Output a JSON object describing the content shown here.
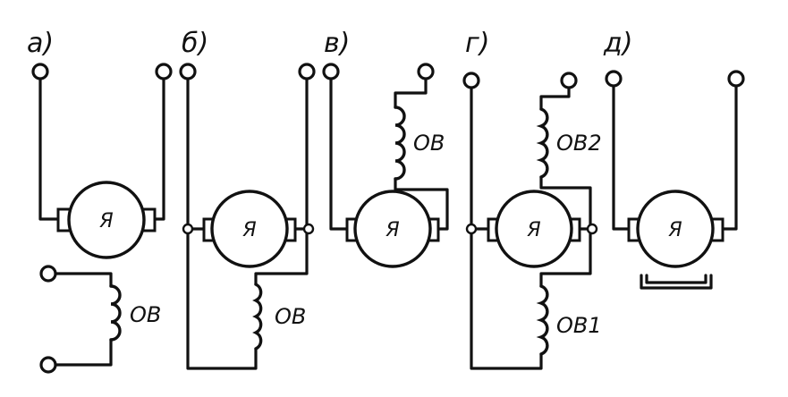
{
  "panels": [
    {
      "id": "a",
      "label": "а)",
      "armature": "Я",
      "coil": "ОВ"
    },
    {
      "id": "b",
      "label": "б)",
      "armature": "Я",
      "coil": "ОВ"
    },
    {
      "id": "v",
      "label": "в)",
      "armature": "Я",
      "coil": "ОВ"
    },
    {
      "id": "g",
      "label": "г)",
      "armature": "Я",
      "coil_top": "ОВ2",
      "coil_bottom": "ОВ1"
    },
    {
      "id": "d",
      "label": "д)",
      "armature": "Я"
    }
  ]
}
